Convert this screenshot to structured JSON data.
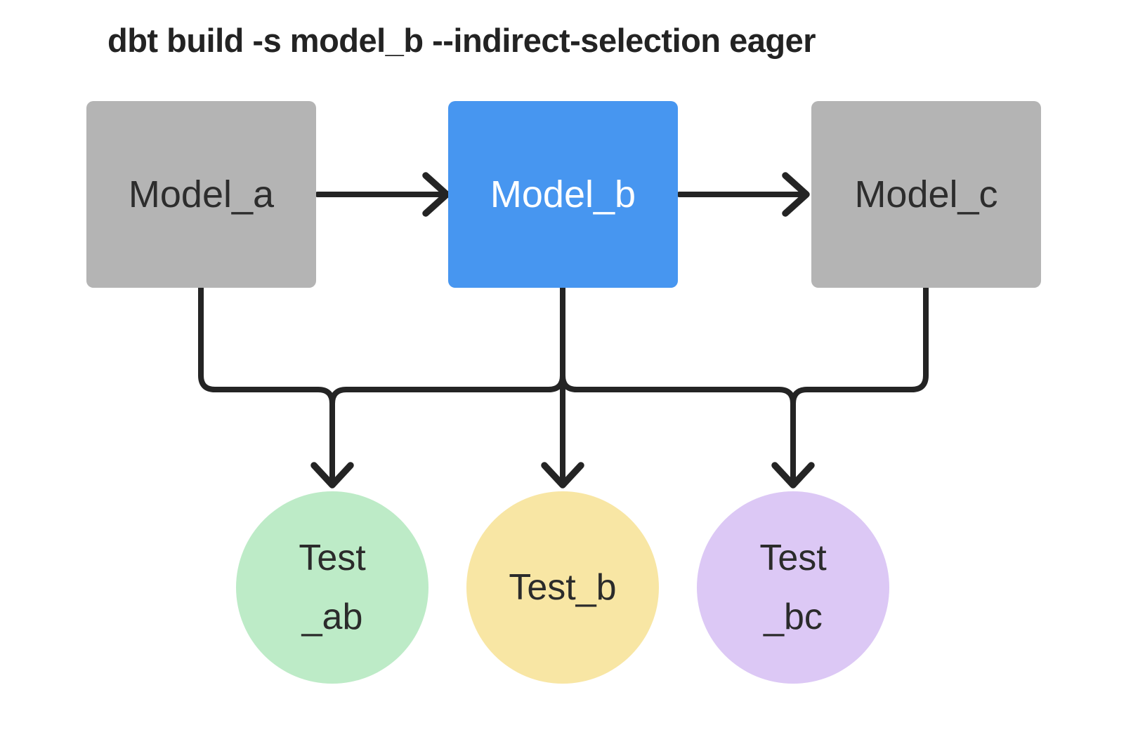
{
  "title": "dbt build -s model_b --indirect-selection eager",
  "colors": {
    "background": "#ffffff",
    "title-text": "#232323",
    "edge": "#242424",
    "model-default-bg": "#b4b4b4",
    "model-default-text": "#2d2d2d",
    "model-selected-bg": "#4796f0",
    "model-selected-text": "#ffffff",
    "test-ab-bg": "#bdebc7",
    "test-b-bg": "#f8e6a4",
    "test-bc-bg": "#dcc8f5",
    "test-text": "#2b2b2b"
  },
  "models": [
    {
      "id": "model_a",
      "label": "Model_a",
      "selected": false
    },
    {
      "id": "model_b",
      "label": "Model_b",
      "selected": true
    },
    {
      "id": "model_c",
      "label": "Model_c",
      "selected": false
    }
  ],
  "tests": [
    {
      "id": "test_ab",
      "lines": [
        "Test",
        "_ab"
      ]
    },
    {
      "id": "test_b",
      "lines": [
        "Test_b"
      ]
    },
    {
      "id": "test_bc",
      "lines": [
        "Test",
        "_bc"
      ]
    }
  ],
  "edges": [
    {
      "from": "model_a",
      "to": "model_b"
    },
    {
      "from": "model_b",
      "to": "model_c"
    },
    {
      "from": "model_a",
      "to": "test_ab"
    },
    {
      "from": "model_b",
      "to": "test_ab"
    },
    {
      "from": "model_b",
      "to": "test_b"
    },
    {
      "from": "model_b",
      "to": "test_bc"
    },
    {
      "from": "model_c",
      "to": "test_bc"
    }
  ]
}
